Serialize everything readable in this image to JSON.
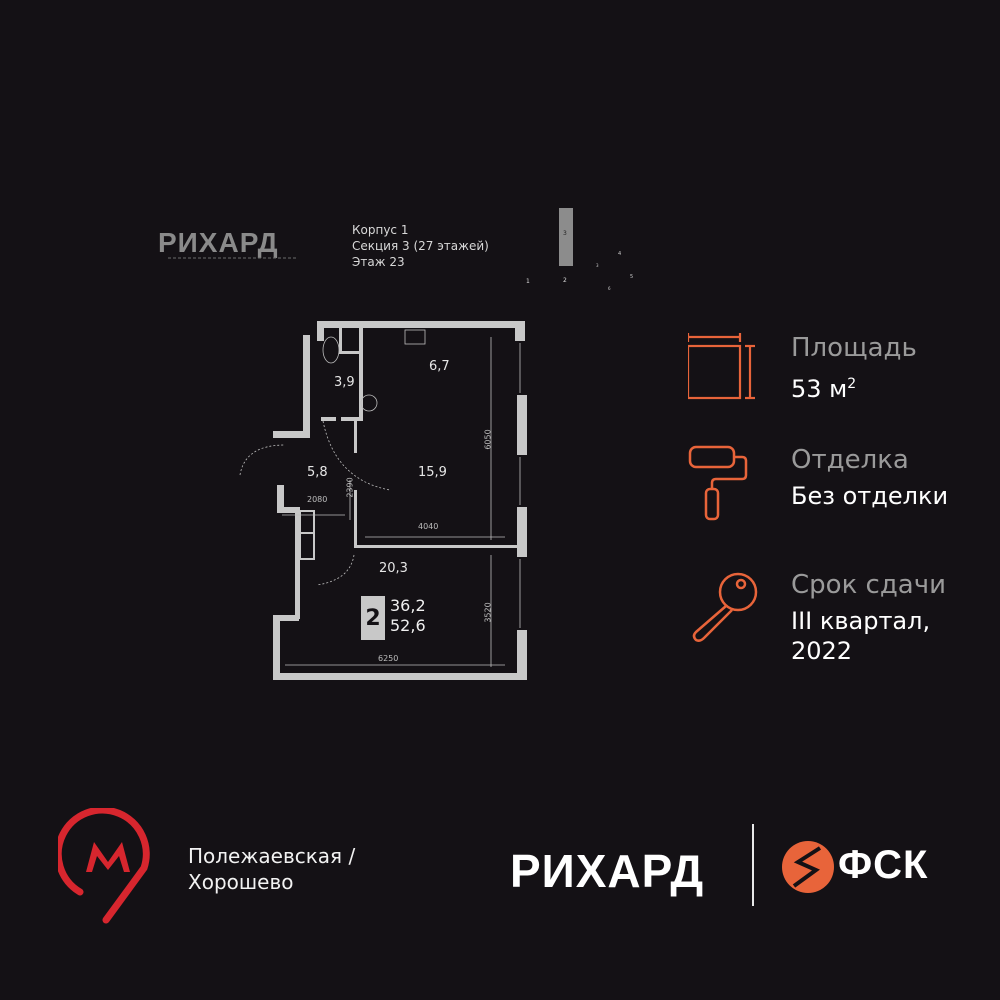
{
  "header": {
    "project_logo": "РИХАРД",
    "building": "Корпус 1",
    "section": "Секция 3 (27 этажей)",
    "floor": "Этаж 23",
    "keyplan": {
      "section_marker": "3",
      "labels": [
        "1",
        "2",
        "3",
        "4",
        "5",
        "6"
      ]
    }
  },
  "plan": {
    "rooms": [
      {
        "name": "bathroom",
        "area": "3,9"
      },
      {
        "name": "kitchen",
        "area": "6,7"
      },
      {
        "name": "hall",
        "area": "5,8"
      },
      {
        "name": "bedroom",
        "area": "15,9"
      },
      {
        "name": "living-room",
        "area": "20,3"
      }
    ],
    "dimensions": {
      "d6050": "6050",
      "d2390": "2390",
      "d2080": "2080",
      "d4040": "4040",
      "d3520": "3520",
      "d6250": "6250"
    },
    "rooms_count": "2",
    "living_area": "36,2",
    "total_area": "52,6"
  },
  "features": [
    {
      "icon": "area-icon",
      "label": "Площадь",
      "value": "53 м",
      "sup": "2"
    },
    {
      "icon": "paint-roller-icon",
      "label": "Отделка",
      "value": "Без отделки"
    },
    {
      "icon": "key-icon",
      "label": "Срок сдачи",
      "value_line1": "III квартал,",
      "value_line2": "2022"
    }
  ],
  "footer": {
    "metro_line1": "Полежаевская /",
    "metro_line2": "Хорошево",
    "brand": "РИХАРД",
    "developer": "ФСК"
  },
  "colors": {
    "background": "#141115",
    "accent": "#e8643a",
    "metro_red": "#d7262e",
    "wall": "#c8c8c8"
  }
}
